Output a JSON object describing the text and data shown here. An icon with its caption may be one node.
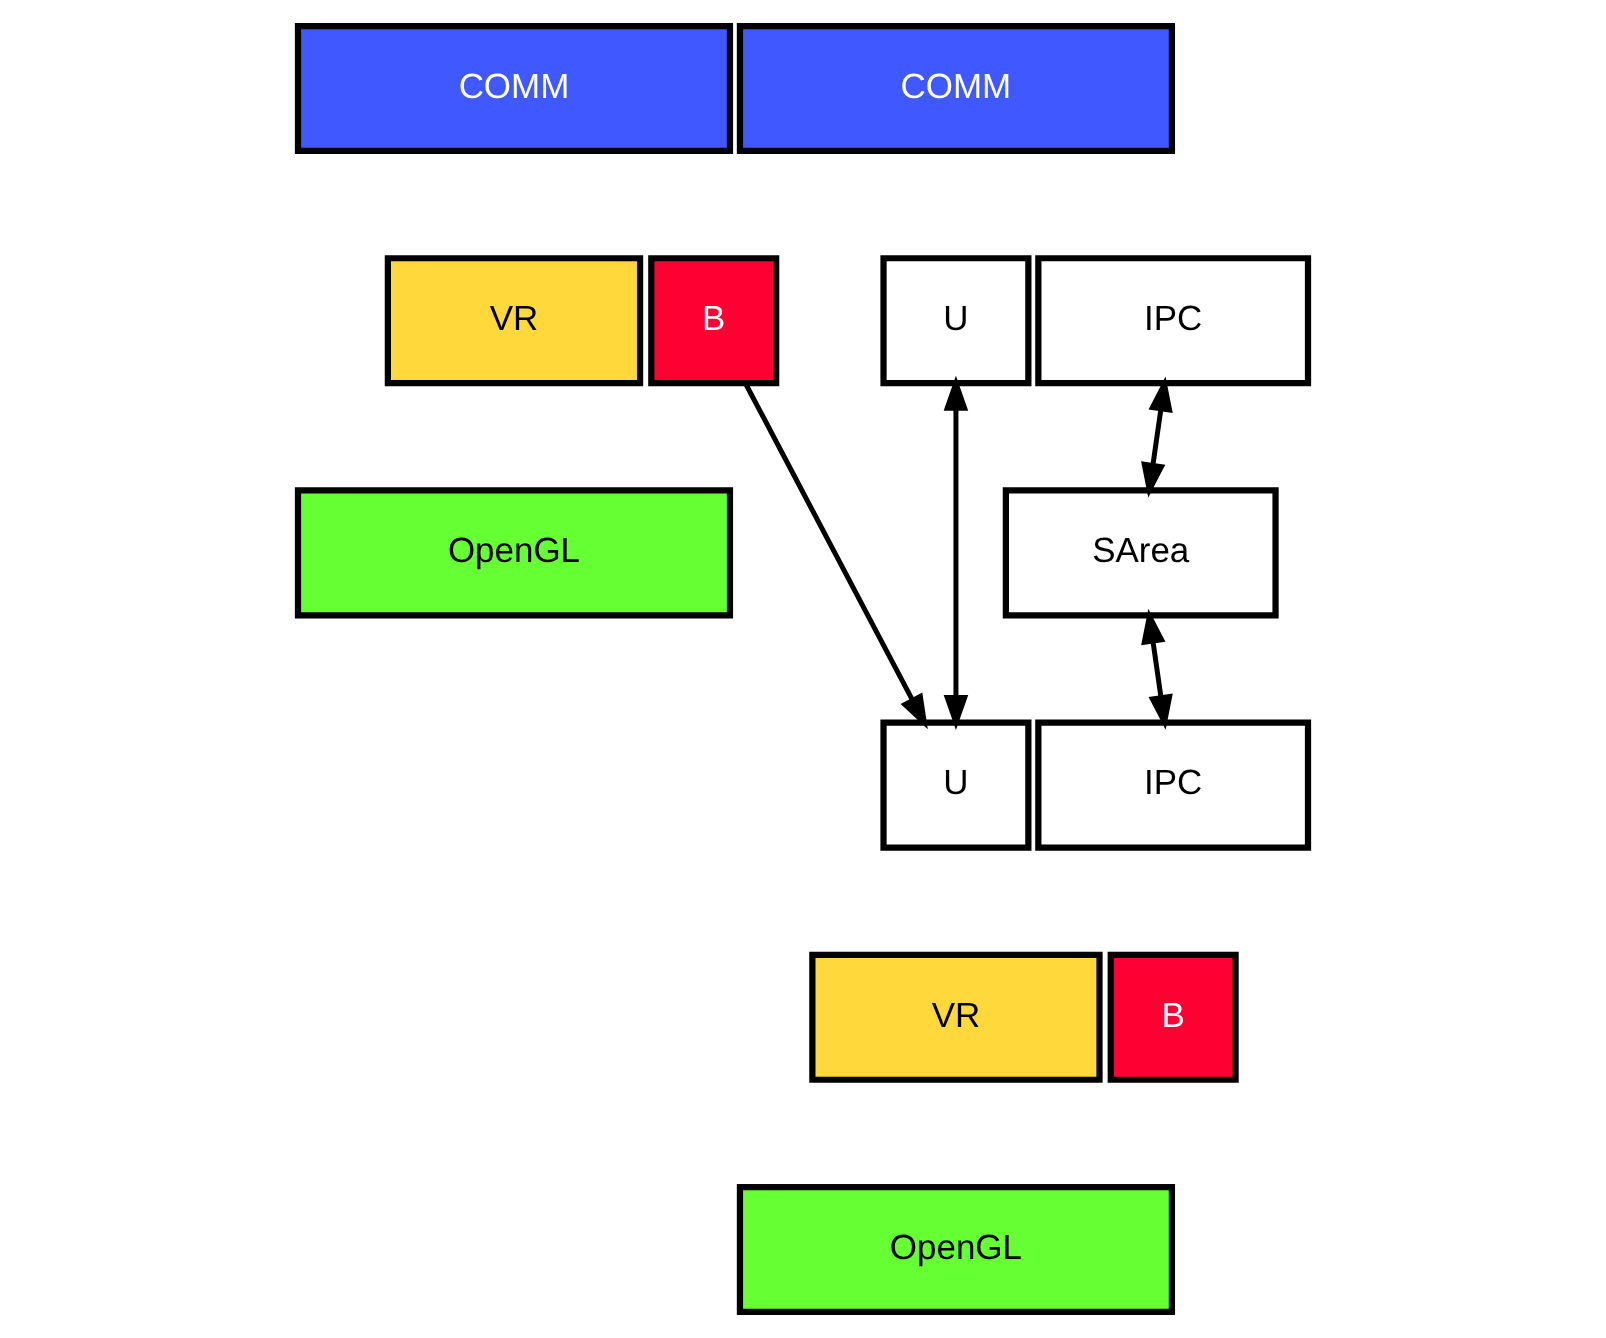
{
  "diagram": {
    "nodes": [
      {
        "text": [
          "COMM"
        ]
      },
      {
        "text": [
          "VR"
        ]
      },
      {
        "text": [
          "B"
        ]
      },
      {
        "text": [
          "OpenGL"
        ]
      },
      {
        "text": [
          "COMM"
        ]
      },
      {
        "text": [
          "U"
        ]
      },
      {
        "text": [
          "IPC"
        ]
      },
      {
        "text": [
          "SArea"
        ]
      },
      {
        "text": [
          "U"
        ]
      },
      {
        "text": [
          "IPC"
        ]
      },
      {
        "text": [
          "VR"
        ]
      },
      {
        "text": [
          "B"
        ]
      },
      {
        "text": [
          "OpenGL"
        ]
      }
    ],
    "edges": [
      {
        "from": 2,
        "to": 8,
        "arrow": "to"
      },
      {
        "from": 5,
        "to": 8,
        "arrow": "both"
      },
      {
        "from": 6,
        "to": 7,
        "arrow": "both"
      },
      {
        "from": 7,
        "to": 9,
        "arrow": "both"
      }
    ]
  }
}
